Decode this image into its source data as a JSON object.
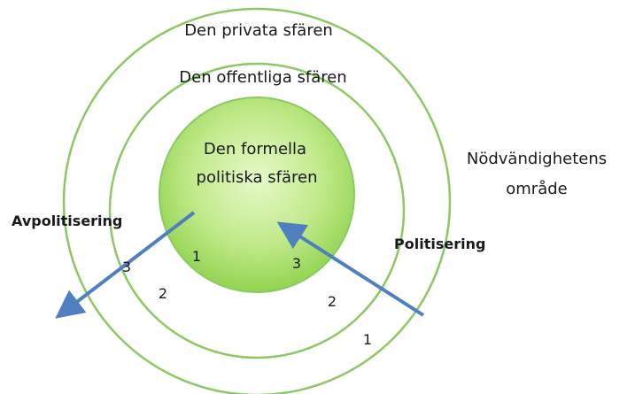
{
  "spheres": {
    "private": "Den privata sfären",
    "public": "Den offentliga sfären",
    "formal_line1": "Den formella",
    "formal_line2": "politiska sfären"
  },
  "necessity": {
    "line1": "Nödvändighetens",
    "line2": "område"
  },
  "processes": {
    "depoliticization": "Avpolitisering",
    "politicization": "Politisering"
  },
  "numbers": {
    "left_inner": "1",
    "left_middle": "2",
    "left_outer": "3",
    "right_inner": "3",
    "right_middle": "2",
    "right_outer": "1"
  },
  "colors": {
    "ring_stroke": "#8cc965",
    "core_fill_light": "#e4f8c4",
    "core_fill_dark": "#8fd24c",
    "arrow": "#4f7fbf"
  }
}
